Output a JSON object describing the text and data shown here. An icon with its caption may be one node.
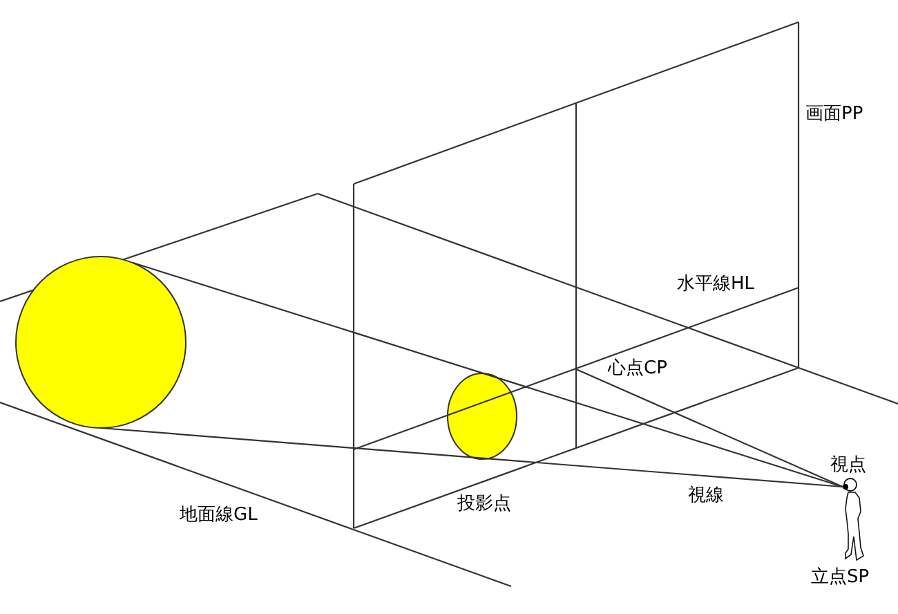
{
  "diagram": {
    "nodes": [
      {
        "text": [],
        "shape": "circle"
      },
      {
        "text": [],
        "shape": "person",
        "beside": [
          "視点",
          "立点SP"
        ]
      }
    ],
    "edges": [
      {
        "from": 0,
        "to": 1,
        "arrow": "none"
      },
      {
        "from": 0,
        "to": 1,
        "arrow": "none",
        "label": "視線"
      },
      {
        "from": null,
        "to": 1,
        "arrow": "none"
      }
    ],
    "labels": [
      "画面PP",
      "水平線HL",
      "心点CP",
      "投影点",
      "地面線GL"
    ]
  }
}
